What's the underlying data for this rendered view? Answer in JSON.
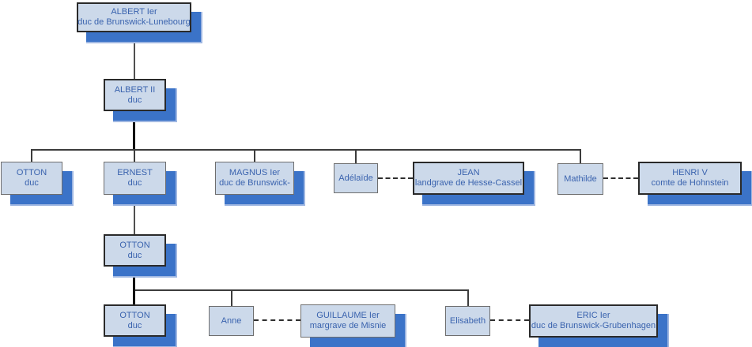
{
  "diagram": {
    "type": "genealogy-tree",
    "colors": {
      "box_fill": "#ccd9ea",
      "box_border": "#6e6e6e",
      "box_border_dark": "#2a2a2a",
      "drop_shadow_blue": "#3b73c8",
      "text_blue": "#3a63ae",
      "connector_line": "#3c3c3c"
    },
    "nodes": {
      "albert1": {
        "name": "ALBERT Ier",
        "title": "duc de Brunswick-Lunebourg"
      },
      "albert2": {
        "name": "ALBERT II",
        "title": "duc"
      },
      "otton3": {
        "name": "OTTON",
        "title": "duc"
      },
      "ernest": {
        "name": "ERNEST",
        "title": "duc"
      },
      "magnus": {
        "name": "MAGNUS Ier",
        "title": "duc de Brunswick-"
      },
      "adelaide": {
        "name": "Adélaïde"
      },
      "jean": {
        "name": "JEAN",
        "title": "landgrave de Hesse-Cassel"
      },
      "mathilde": {
        "name": "Mathilde"
      },
      "henri": {
        "name": "HENRI V",
        "title": "comte de Hohnstein"
      },
      "otton4": {
        "name": "OTTON",
        "title": "duc"
      },
      "otton5": {
        "name": "OTTON",
        "title": "duc"
      },
      "anne": {
        "name": "Anne"
      },
      "guillaume": {
        "name": "GUILLAUME Ier",
        "title": "margrave de Misnie"
      },
      "elisabeth": {
        "name": "Elisabeth"
      },
      "eric": {
        "name": "ERIC Ier",
        "title": "duc de Brunswick-Grubenhagen"
      }
    }
  }
}
